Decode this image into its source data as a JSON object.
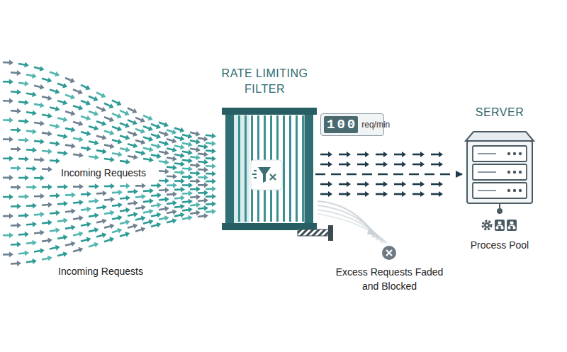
{
  "diagram": {
    "nodes": [
      {
        "text": [
          "RATE LIMITING FILTER"
        ]
      },
      {
        "text": [
          "100",
          "req/min"
        ]
      },
      {
        "text": [
          "SERVER",
          "Process Pool"
        ]
      }
    ],
    "edges": [
      {
        "from": 0,
        "to": 2,
        "arrow": "to"
      }
    ],
    "labels": [
      "Incoming Requests",
      "Incoming Requests",
      "Excess Requests Faded and Blocked"
    ]
  }
}
